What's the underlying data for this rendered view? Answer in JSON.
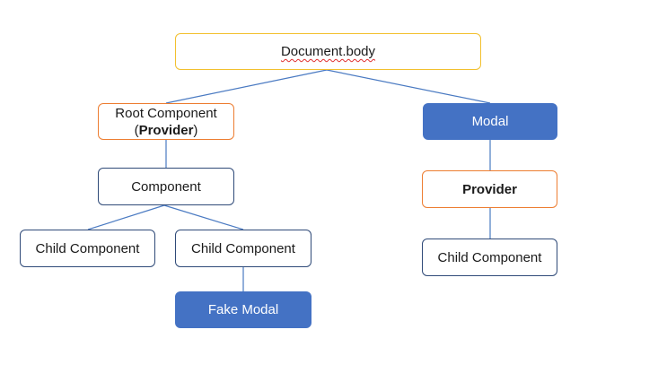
{
  "nodes": {
    "document_body": "Document.body",
    "root_component_line1": "Root Component",
    "root_component_line2_prefix": "(",
    "root_component_line2_bold": "Provider",
    "root_component_line2_suffix": ")",
    "modal": "Modal",
    "component": "Component",
    "provider": "Provider",
    "child_component_left": "Child Component",
    "child_component_middle": "Child Component",
    "child_component_right": "Child Component",
    "fake_modal": "Fake Modal"
  },
  "colors": {
    "edge": "#4a7ac2",
    "filled_node": "#4472c4",
    "root_border": "#f2c02e",
    "provider_border": "#ed7d31",
    "plain_border": "#2f4a78"
  }
}
